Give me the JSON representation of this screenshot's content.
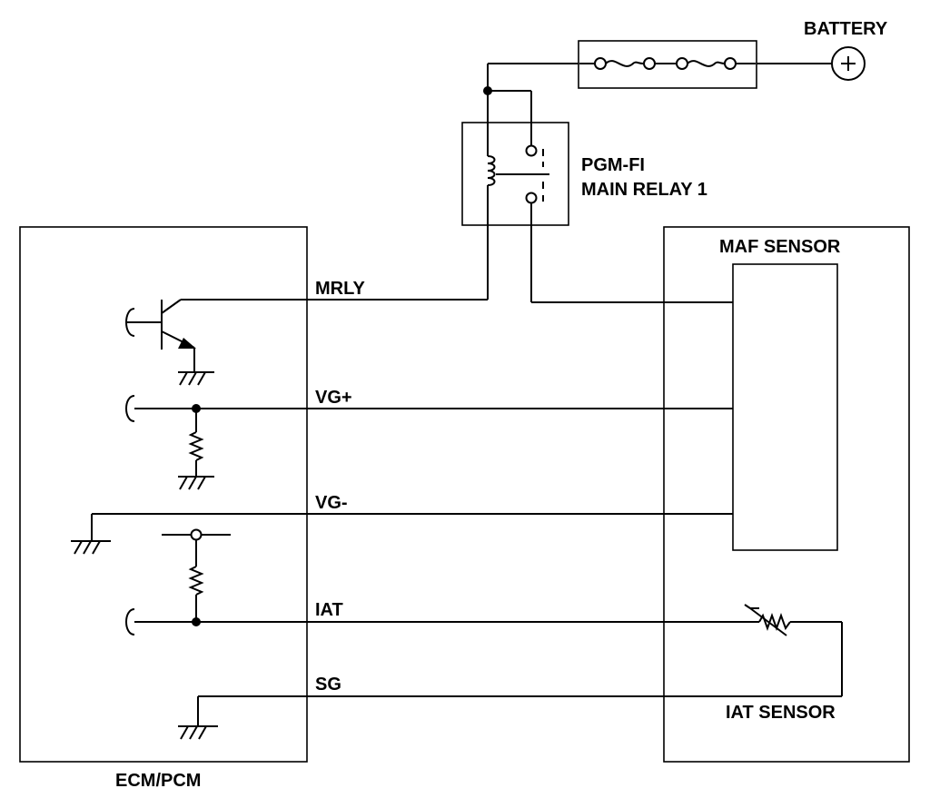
{
  "labels": {
    "battery": "BATTERY",
    "relay_line1": "PGM-FI",
    "relay_line2": "MAIN RELAY 1",
    "maf_sensor": "MAF SENSOR",
    "mrly": "MRLY",
    "vg_plus": "VG+",
    "vg_minus": "VG-",
    "iat": "IAT",
    "sg": "SG",
    "iat_sensor": "IAT SENSOR",
    "ecm": "ECM/PCM"
  },
  "symbols": {
    "battery_terminal": "+"
  }
}
